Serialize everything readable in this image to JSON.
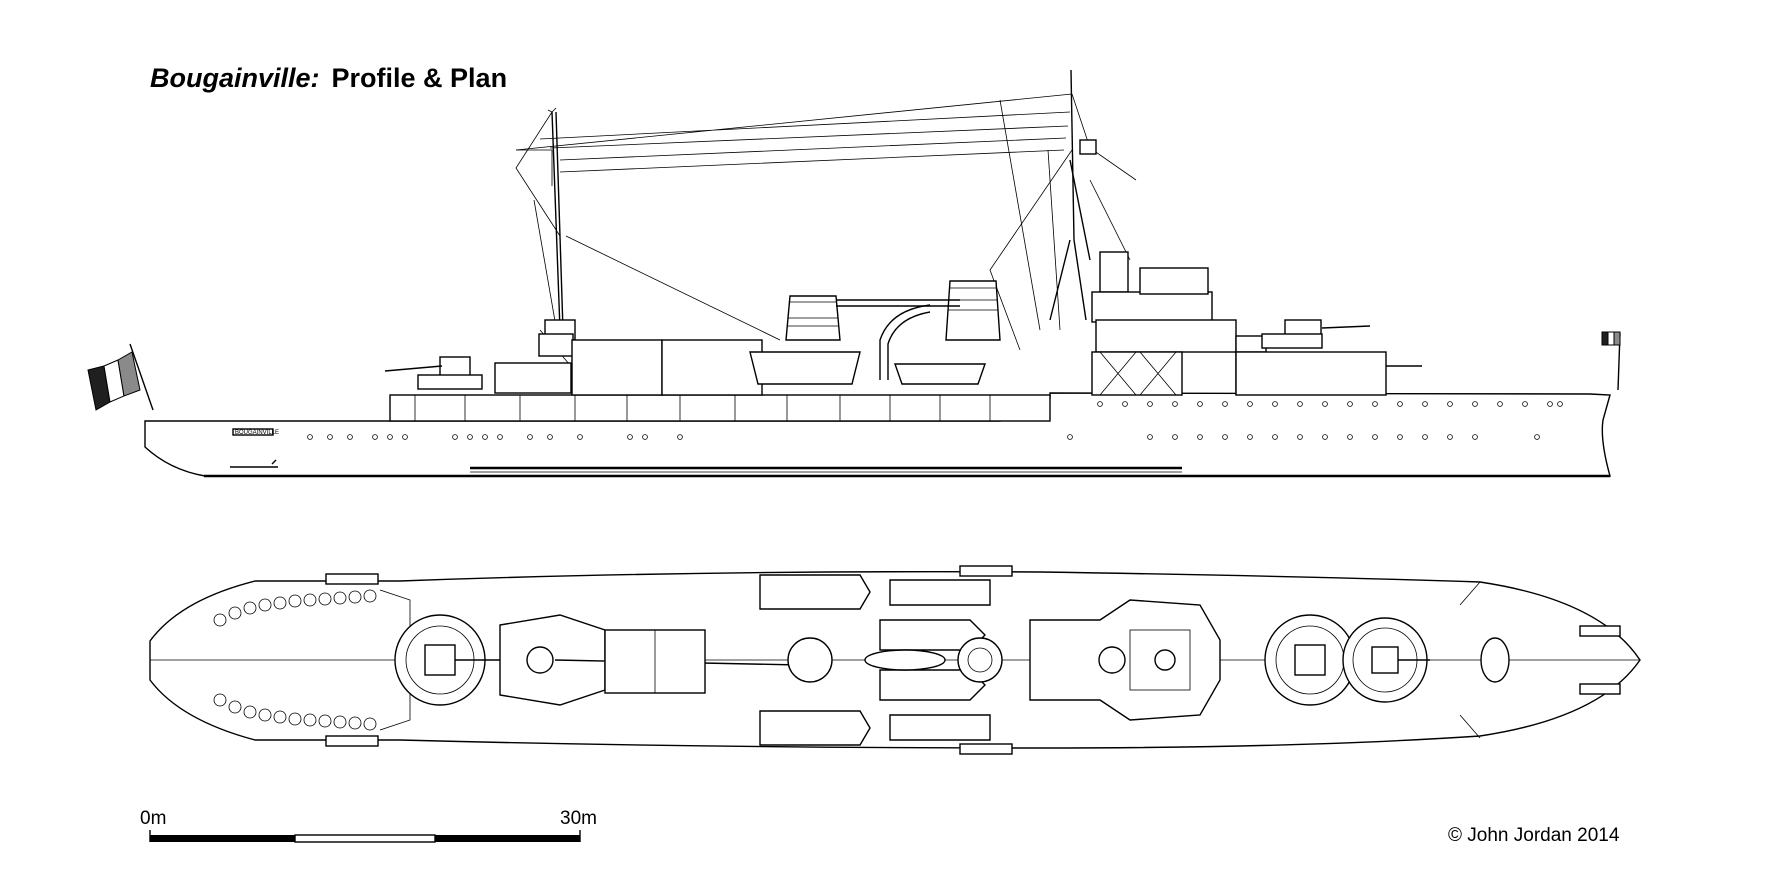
{
  "title": {
    "ship_name": "Bougainville:",
    "subtitle": "Profile & Plan"
  },
  "scale_bar": {
    "start_label": "0m",
    "end_label": "30m"
  },
  "credit": "© John Jordan 2014",
  "hull_nameboard": "BOUGAINVILLE",
  "flag_colors": [
    "#1f1f1f",
    "#ffffff",
    "#8a8a8a"
  ],
  "line_color": "#000000"
}
